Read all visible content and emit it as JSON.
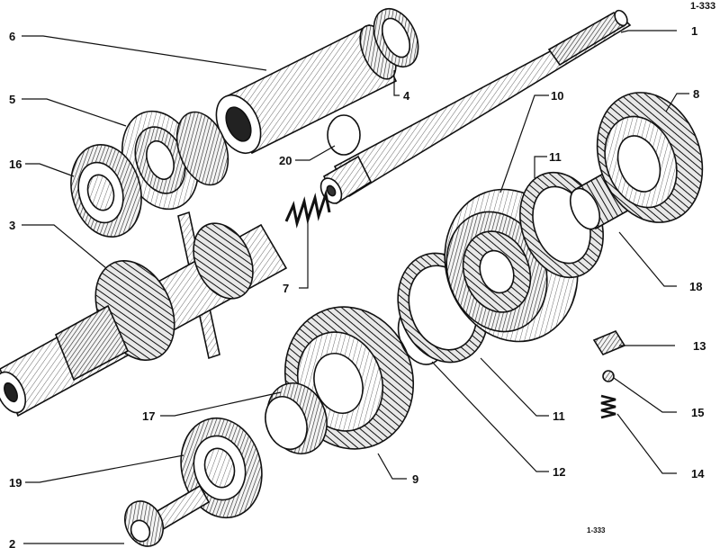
{
  "figure": {
    "reference_top": "1-333",
    "reference_bottom": "1-333"
  },
  "callouts": [
    {
      "id": "1",
      "label": "1"
    },
    {
      "id": "2",
      "label": "2"
    },
    {
      "id": "3",
      "label": "3"
    },
    {
      "id": "4",
      "label": "4"
    },
    {
      "id": "5",
      "label": "5"
    },
    {
      "id": "6",
      "label": "6"
    },
    {
      "id": "7",
      "label": "7"
    },
    {
      "id": "8",
      "label": "8"
    },
    {
      "id": "9",
      "label": "9"
    },
    {
      "id": "10",
      "label": "10"
    },
    {
      "id": "11a",
      "label": "11"
    },
    {
      "id": "11b",
      "label": "11"
    },
    {
      "id": "12",
      "label": "12"
    },
    {
      "id": "13",
      "label": "13"
    },
    {
      "id": "14",
      "label": "14"
    },
    {
      "id": "15",
      "label": "15"
    },
    {
      "id": "16",
      "label": "16"
    },
    {
      "id": "17",
      "label": "17"
    },
    {
      "id": "18",
      "label": "18"
    },
    {
      "id": "19",
      "label": "19"
    },
    {
      "id": "20",
      "label": "20"
    }
  ]
}
